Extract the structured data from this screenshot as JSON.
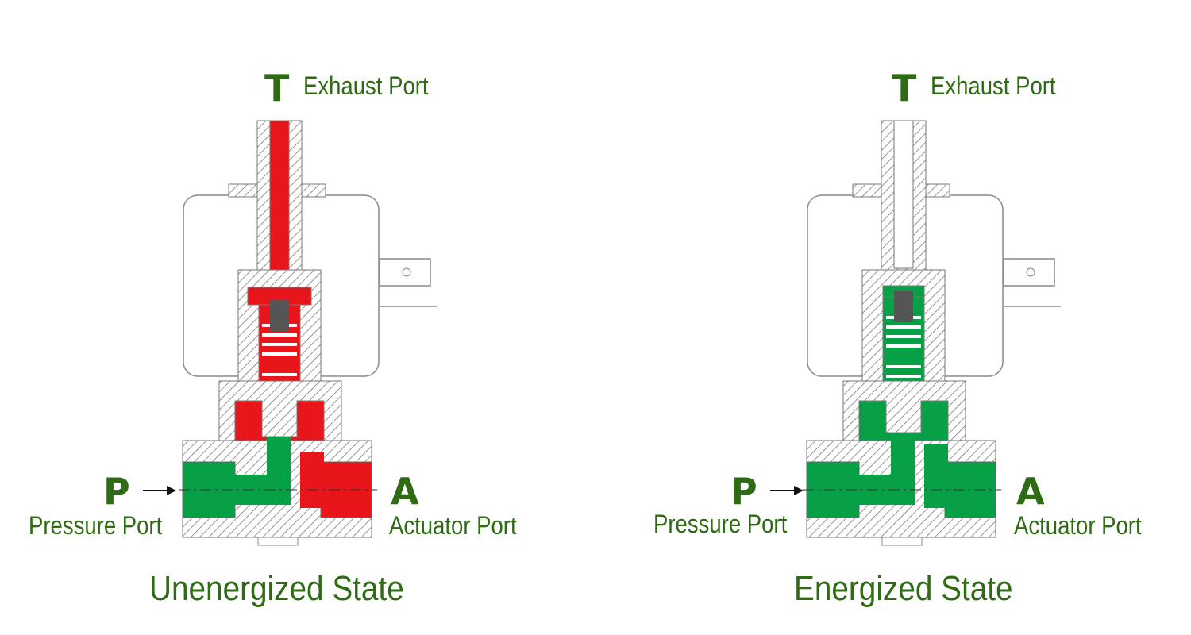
{
  "colors": {
    "label_green": "#2e6b14",
    "exhaust_red": "#e8161b",
    "pressure_green": "#08a047",
    "body_grey": "#777777"
  },
  "panels": [
    {
      "state_title": "Unenergized State",
      "top_letter": "T",
      "top_label": "Exhaust Port",
      "left_letter": "P",
      "left_label": "Pressure Port",
      "right_letter": "A",
      "right_label": "Actuator Port",
      "upper_fill": "#e8161b",
      "outlet_fill": "#e8161b",
      "stem_fill": "#e8161b",
      "icons": [
        "arrow-right-icon"
      ]
    },
    {
      "state_title": "Energized State",
      "top_letter": "T",
      "top_label": "Exhaust Port",
      "left_letter": "P",
      "left_label": "Pressure Port",
      "right_letter": "A",
      "right_label": "Actuator Port",
      "upper_fill": "#08a047",
      "outlet_fill": "#08a047",
      "stem_fill": "#ffffff",
      "icons": [
        "arrow-right-icon"
      ]
    }
  ]
}
